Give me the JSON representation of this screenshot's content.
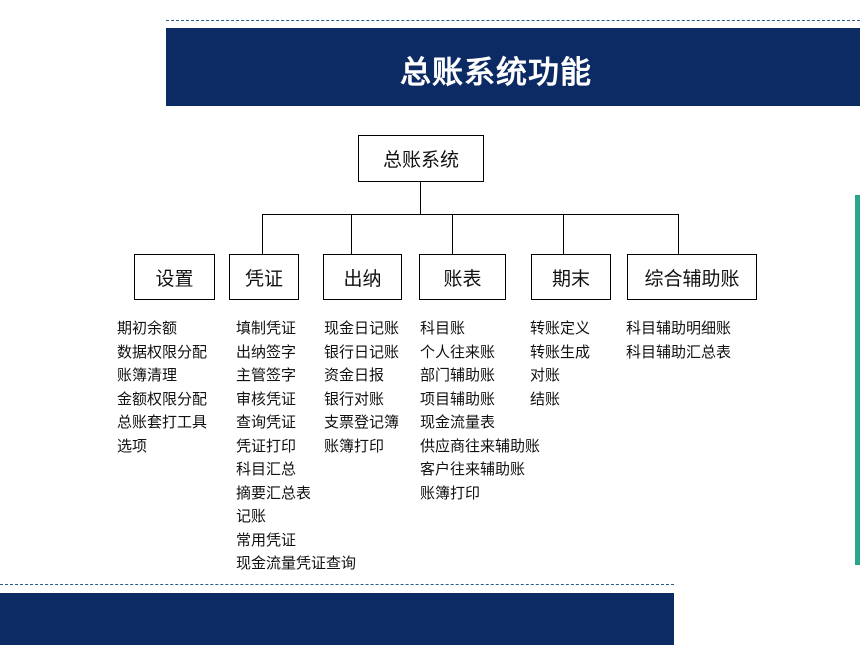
{
  "title": "总账系统功能",
  "root": "总账系统",
  "modules": [
    {
      "label": "设置",
      "items": [
        "期初余额",
        "数据权限分配",
        "账簿清理",
        "金额权限分配",
        "总账套打工具",
        "选项"
      ]
    },
    {
      "label": "凭证",
      "items": [
        "填制凭证",
        "出纳签字",
        "主管签字",
        "审核凭证",
        "查询凭证",
        "凭证打印",
        "科目汇总",
        "摘要汇总表",
        "记账",
        "常用凭证",
        "现金流量凭证查询"
      ]
    },
    {
      "label": "出纳",
      "items": [
        "现金日记账",
        "银行日记账",
        "资金日报",
        "银行对账",
        "支票登记簿",
        "账簿打印"
      ]
    },
    {
      "label": "账表",
      "items": [
        "科目账",
        "个人往来账",
        "部门辅助账",
        "项目辅助账",
        "现金流量表",
        "供应商往来辅助账",
        "客户往来辅助账",
        "账簿打印"
      ]
    },
    {
      "label": "期末",
      "items": [
        "转账定义",
        "转账生成",
        "对账",
        "结账"
      ]
    },
    {
      "label": "综合辅助账",
      "items": [
        "科目辅助明细账",
        "科目辅助汇总表"
      ]
    }
  ]
}
